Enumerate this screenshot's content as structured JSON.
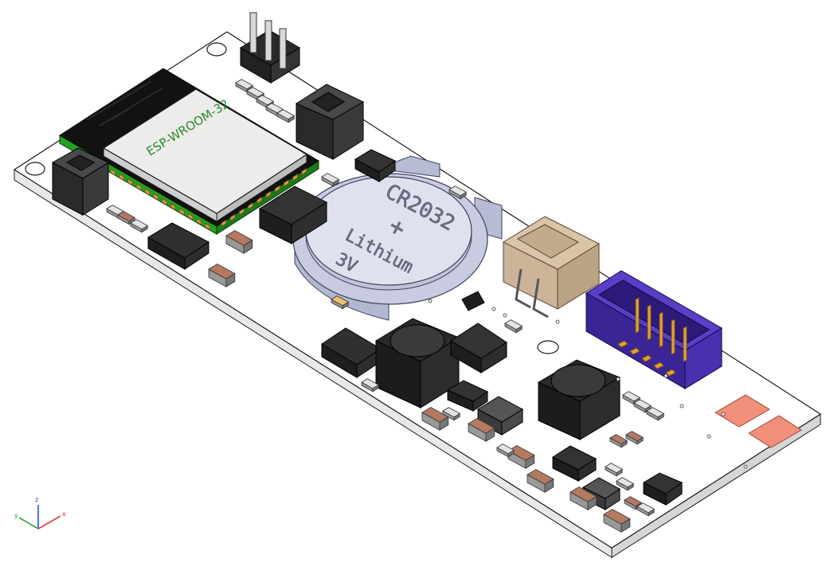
{
  "module": {
    "label": "ESP-WROOM-32"
  },
  "battery": {
    "model": "CR2032",
    "polarity": "+",
    "chemistry": "Lithium",
    "voltage": "3V"
  },
  "colors": {
    "board": "#ffffff",
    "board_edge": "#1a1a1a",
    "shield": "#ececea",
    "module_pcb": "#111111",
    "module_edge": "#1c9a1c",
    "battery_holder": "#c9cce0",
    "battery_cell": "#dfe1ee",
    "idc_header": "#4a2fb0",
    "jst_connector": "#d9c4a8",
    "pads": "#f0907a",
    "pins_gold": "#e0a030",
    "capacitor": "#b47a60"
  },
  "axes": {
    "x": "x",
    "y": "y",
    "z": "z"
  }
}
